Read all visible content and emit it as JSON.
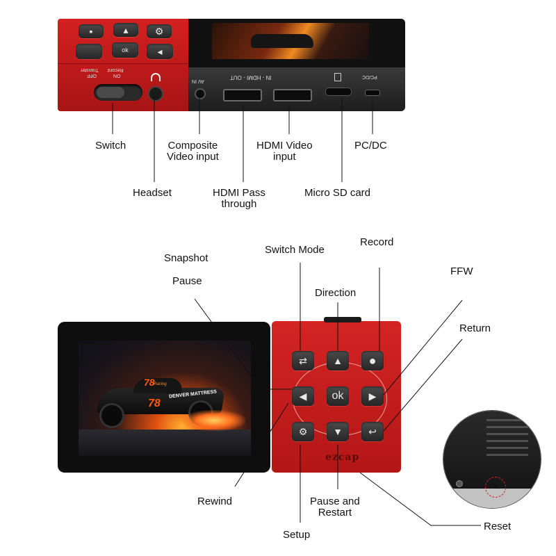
{
  "top_labels": {
    "switch": "Switch",
    "composite": [
      "Composite",
      "Video input"
    ],
    "hdmi_video": [
      "HDMI Video",
      "input"
    ],
    "pcdc": "PC/DC",
    "headset": "Headset",
    "hdmi_pass": [
      "HDMI Pass",
      "through"
    ],
    "micro_sd": "Micro SD card"
  },
  "device_top_markings": {
    "av_in": "AV IN",
    "hdmi": "IN - HDMI - OUT",
    "pcdc": "PC/DC",
    "off": "OFF",
    "on": "ON",
    "transfer": "Transfer",
    "record": "Record"
  },
  "bottom_labels": {
    "snapshot": "Snapshot",
    "switch_mode": "Switch Mode",
    "record": "Record",
    "pause": "Pause",
    "direction": "Direction",
    "ffw": "FFW",
    "return": "Return",
    "rewind": "Rewind",
    "pause_restart": [
      "Pause and",
      "Restart"
    ],
    "setup": "Setup",
    "reset": "Reset"
  },
  "device_bottom_markings": {
    "ok": "ok",
    "brand": "ezcap"
  },
  "screen_image_text": {
    "car_number": "78",
    "sponsor": "DENVER MATTRESS",
    "racing": "Racing"
  },
  "icons": {
    "top_keys": [
      "repeat-icon",
      "up-triangle-icon",
      "record-dot-icon",
      "left-triangle-icon",
      "ok-key",
      "right-triangle-icon",
      "gear-icon",
      "down-triangle-icon",
      "return-icon"
    ],
    "headset": "headset-icon",
    "sd": "sd-card-icon"
  },
  "colors": {
    "device_red": "#c41a1a",
    "device_dark": "#222222",
    "screen_frame": "#111111",
    "button": "#3a3a3a",
    "reset_circle": "#d22222"
  }
}
